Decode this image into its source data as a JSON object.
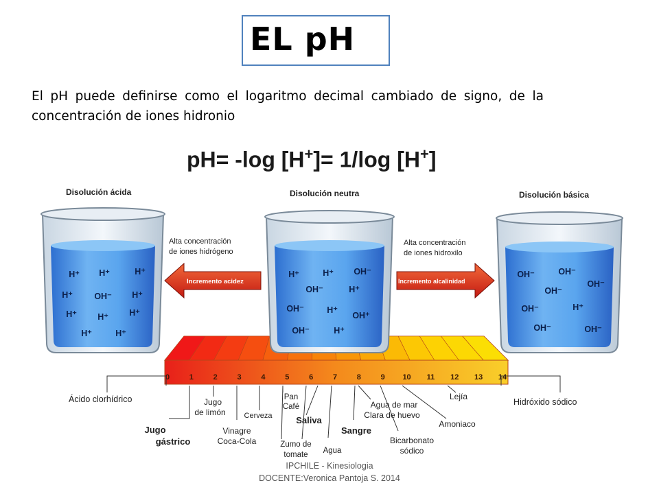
{
  "title": "EL pH",
  "intro": "El pH puede definirse como el logaritmo decimal cambiado de signo, de la concentración de iones hidronio",
  "formula": {
    "left": "pH= -log [H",
    "mid": "]= 1/log [H",
    "sup": "+",
    "end": "]"
  },
  "beakers": {
    "acid": {
      "label": "Disolución ácida",
      "ions": [
        "H⁺",
        "H⁺",
        "H⁺",
        "H⁺",
        "OH⁻",
        "H⁺",
        "H⁺",
        "H⁺",
        "H⁺",
        "H⁺",
        "H⁺"
      ]
    },
    "neutral": {
      "label": "Disolución neutra",
      "ions": [
        "H⁺",
        "H⁺",
        "OH⁻",
        "OH⁻",
        "H⁺",
        "OH⁻",
        "H⁺",
        "OH⁺",
        "OH⁻",
        "H⁺"
      ]
    },
    "basic": {
      "label": "Disolución básica",
      "ions": [
        "OH⁻",
        "OH⁻",
        "OH⁻",
        "OH⁻",
        "OH⁻",
        "H⁺",
        "OH⁻",
        "OH⁻"
      ]
    }
  },
  "arrows": {
    "acid_caption_1": "Alta concentración",
    "acid_caption_2": "de iones hidrógeno",
    "acid_label": "Incremento acidez",
    "base_caption_1": "Alta concentración",
    "base_caption_2": "de iones hidroxilo",
    "base_label": "Incremento alcalinidad"
  },
  "scale": {
    "ticks": [
      "0",
      "1",
      "2",
      "3",
      "4",
      "5",
      "6",
      "7",
      "8",
      "9",
      "10",
      "11",
      "12",
      "13",
      "14"
    ],
    "colors": [
      "#f01818",
      "#f22a14",
      "#f43c12",
      "#f54e10",
      "#f6600e",
      "#f7720c",
      "#f8840a",
      "#f99608",
      "#faa806",
      "#fbba05",
      "#fcc804",
      "#fdd203",
      "#fcd803",
      "#fbde04"
    ]
  },
  "substances": {
    "acido_clorhidrico": "Ácido clorhídrico",
    "jugo_gastrico_1": "Jugo",
    "jugo_gastrico_2": "gástrico",
    "jugo_limon_1": "Jugo",
    "jugo_limon_2": "de limón",
    "vinagre": "Vinagre",
    "coca_cola": "Coca-Cola",
    "cerveza": "Cerveza",
    "zumo_1": "Zumo de",
    "zumo_2": "tomate",
    "pan": "Pan",
    "cafe": "Café",
    "saliva": "Saliva",
    "agua": "Agua",
    "sangre": "Sangre",
    "agua_mar": "Agua de mar",
    "clara_huevo": "Clara de huevo",
    "bicarbonato_1": "Bicarbonato",
    "bicarbonato_2": "sódico",
    "amoniaco": "Amoniaco",
    "lejia": "Lejía",
    "hidroxido": "Hidróxido sódico"
  },
  "footer": {
    "line1": "IPCHILE  - Kinesiologia",
    "line2": "DOCENTE:Veronica Pantoja S. 2014"
  }
}
